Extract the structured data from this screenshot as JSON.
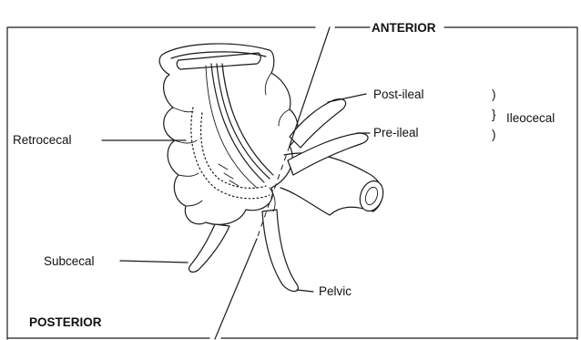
{
  "labels": {
    "anterior": "ANTERIOR",
    "posterior": "POSTERIOR",
    "retrocecal": "Retrocecal",
    "subcecal": "Subcecal",
    "post_ileal": "Post-ileal",
    "pre_ileal": "Pre-ileal",
    "pelvic": "Pelvic",
    "ileocecal": "Ileocecal",
    "brace_top": ")",
    "brace_mid": "}",
    "brace_bottom": ")"
  }
}
